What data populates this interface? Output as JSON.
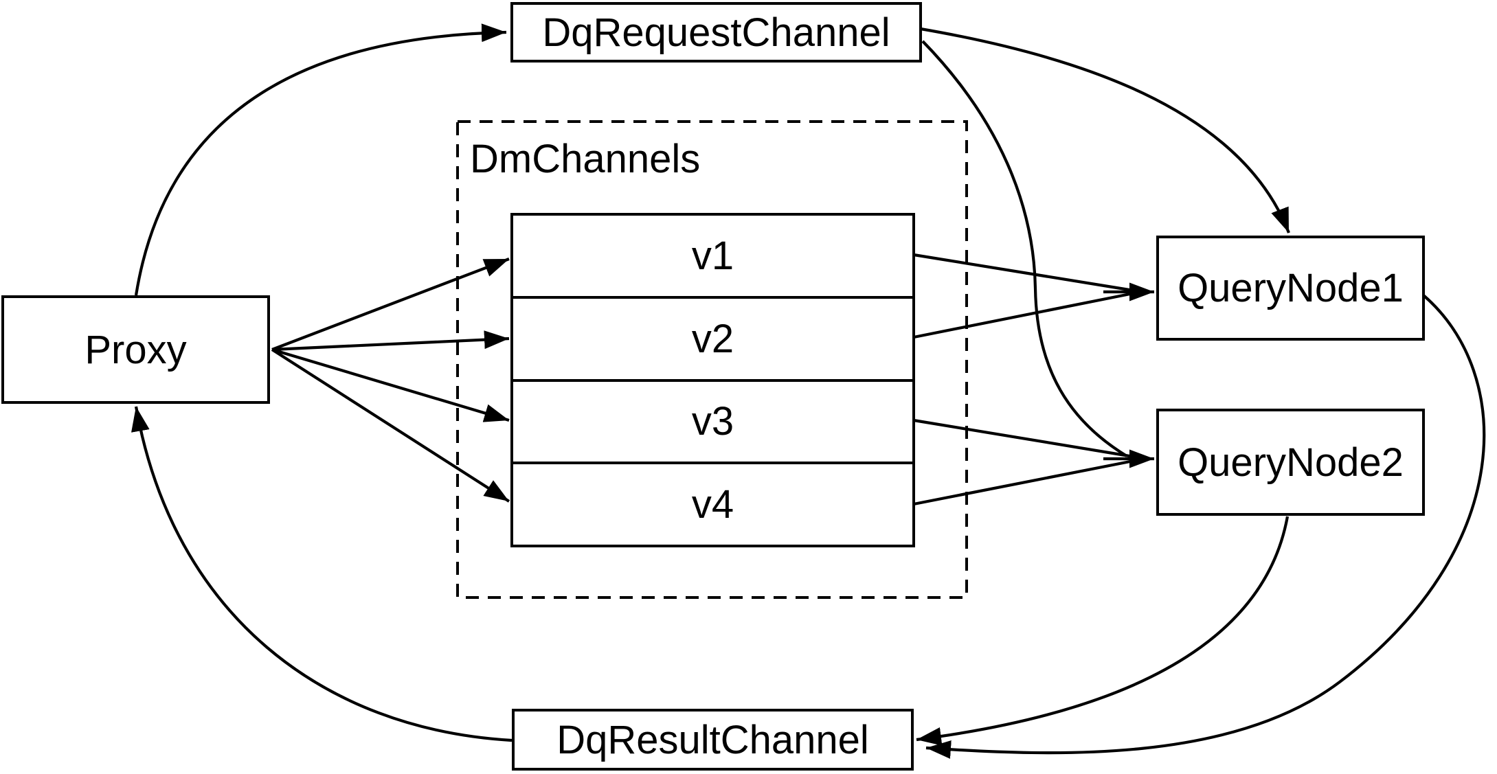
{
  "diagram": {
    "background_color": "#ffffff",
    "line_color": "#000000",
    "nodes": {
      "dq_request_channel": {
        "label": "DqRequestChannel"
      },
      "proxy": {
        "label": "Proxy"
      },
      "dm_channels_group": {
        "label": "DmChannels",
        "rows": [
          "v1",
          "v2",
          "v3",
          "v4"
        ]
      },
      "query_node_1": {
        "label": "QueryNode1"
      },
      "query_node_2": {
        "label": "QueryNode2"
      },
      "dq_result_channel": {
        "label": "DqResultChannel"
      }
    },
    "edges": [
      {
        "from": "Proxy",
        "to": "DqRequestChannel"
      },
      {
        "from": "DqRequestChannel",
        "to": "QueryNode1"
      },
      {
        "from": "DqRequestChannel",
        "to": "QueryNode2"
      },
      {
        "from": "Proxy",
        "to": "v1"
      },
      {
        "from": "Proxy",
        "to": "v2"
      },
      {
        "from": "Proxy",
        "to": "v3"
      },
      {
        "from": "Proxy",
        "to": "v4"
      },
      {
        "from": "v1",
        "to": "QueryNode1"
      },
      {
        "from": "v2",
        "to": "QueryNode1"
      },
      {
        "from": "v3",
        "to": "QueryNode2"
      },
      {
        "from": "v4",
        "to": "QueryNode2"
      },
      {
        "from": "QueryNode1",
        "to": "DqResultChannel"
      },
      {
        "from": "QueryNode2",
        "to": "DqResultChannel"
      },
      {
        "from": "DqResultChannel",
        "to": "Proxy"
      }
    ]
  }
}
